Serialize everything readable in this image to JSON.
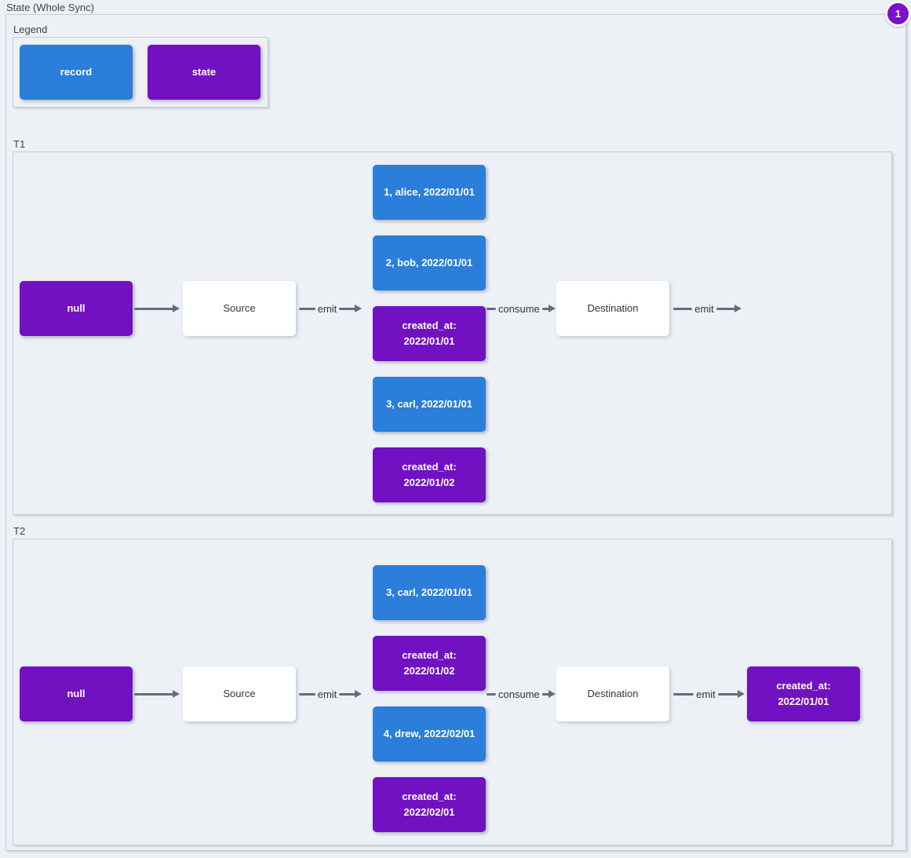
{
  "page": {
    "title": "State (Whole Sync)",
    "badge_count": "1"
  },
  "colors": {
    "record": "#2b7ed9",
    "state": "#7111c1",
    "badge": "#7a12cc",
    "edge": "#5e707f",
    "bg": "#edf0f5",
    "cluster_border": "#c3ccd6",
    "label": "#3d434b"
  },
  "legend": {
    "label": "Legend",
    "items": [
      {
        "label": "record",
        "type": "record"
      },
      {
        "label": "state",
        "type": "state"
      }
    ]
  },
  "sections": [
    {
      "label": "T1",
      "input_state": "null",
      "source": "Source",
      "destination": "Destination",
      "emit_label": "emit",
      "consume_label": "consume",
      "emit_out_label": "emit",
      "emitted": [
        {
          "label": "1, alice, 2022/01/01",
          "type": "record"
        },
        {
          "label": "2, bob, 2022/01/01",
          "type": "record"
        },
        {
          "label": "created_at: 2022/01/01",
          "type": "state"
        },
        {
          "label": "3, carl, 2022/01/01",
          "type": "record"
        },
        {
          "label": "created_at: 2022/01/02",
          "type": "state"
        }
      ]
    },
    {
      "label": "T2",
      "input_state": "null",
      "source": "Source",
      "destination": "Destination",
      "emit_label": "emit",
      "consume_label": "consume",
      "emit_out_label": "emit",
      "emitted": [
        {
          "label": "3, carl, 2022/01/01",
          "type": "record"
        },
        {
          "label": "created_at: 2022/01/02",
          "type": "state"
        },
        {
          "label": "4, drew, 2022/02/01",
          "type": "record"
        },
        {
          "label": "created_at: 2022/02/01",
          "type": "state"
        }
      ],
      "output_state": {
        "label": "created_at: 2022/01/01",
        "type": "state"
      }
    }
  ]
}
